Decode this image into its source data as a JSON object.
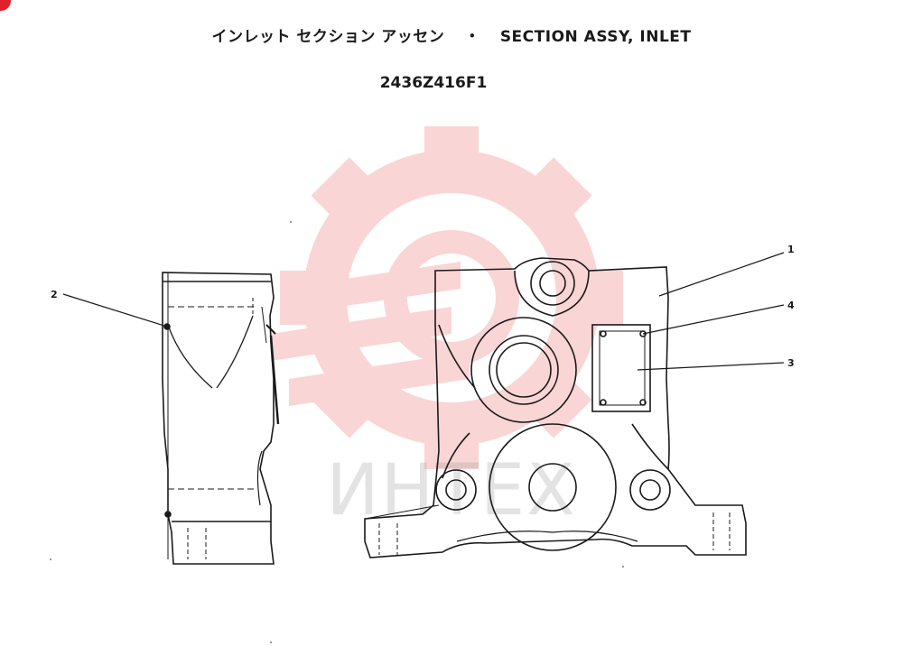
{
  "header": {
    "title_jp": "インレット セクション アッセン",
    "separator": "・",
    "title_en": "SECTION ASSY, INLET",
    "part_number": "2436Z416F1"
  },
  "watermark": {
    "text": "ИНТЕХ",
    "color": "#e8413f"
  },
  "callouts": [
    {
      "id": "1",
      "label": "1"
    },
    {
      "id": "2",
      "label": "2"
    },
    {
      "id": "3",
      "label": "3"
    },
    {
      "id": "4",
      "label": "4"
    }
  ],
  "colors": {
    "line": "#1a1a1a",
    "paper": "#ffffff",
    "corner_mark": "#e0202a"
  }
}
